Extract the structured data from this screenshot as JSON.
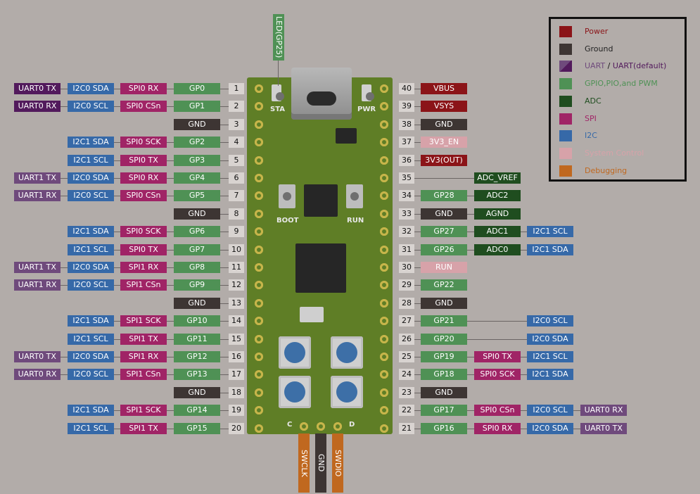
{
  "colors": {
    "power": "#8b1418",
    "ground": "#3d3533",
    "uart": "#6f4a7c",
    "uart_dark": "#521a5c",
    "gpio": "#4f9155",
    "adc": "#1f4d1f",
    "spi": "#a02466",
    "i2c": "#3669a8",
    "sysctrl": "#d7a2a9",
    "debug": "#c0681f",
    "board": "#5f7e26"
  },
  "legend": [
    {
      "label": "Power",
      "color": "#8b1418",
      "text_color": "#8b1418"
    },
    {
      "label": "Ground",
      "color": "#3d3533",
      "text_color": "#222222"
    },
    {
      "label": "UART",
      "label_b": "UART(default)",
      "color": "#6f4a7c",
      "color2": "#521a5c",
      "text_color": "#6f4a7c",
      "text_color_b": "#521a5c"
    },
    {
      "label": "GPIO,PIO,and PWM",
      "color": "#4f9155",
      "text_color": "#4f9155"
    },
    {
      "label": "ADC",
      "color": "#1f4d1f",
      "text_color": "#1f4d1f"
    },
    {
      "label": "SPI",
      "color": "#a02466",
      "text_color": "#a02466"
    },
    {
      "label": "I2C",
      "color": "#3669a8",
      "text_color": "#3669a8"
    },
    {
      "label": "System Control",
      "color": "#d7a2a9",
      "text_color": "#d7a2a9"
    },
    {
      "label": "Debugging",
      "color": "#c0681f",
      "text_color": "#c0681f"
    }
  ],
  "led_label": "LED(GP25)",
  "silkscreen": {
    "sta": "STA",
    "pwr": "PWR",
    "boot": "BOOT",
    "run": "RUN",
    "c": "C",
    "d": "D"
  },
  "left_pins": [
    {
      "num": "1",
      "labels": [
        [
          "UART0 TX",
          "uart_dark"
        ],
        [
          "I2C0 SDA",
          "i2c"
        ],
        [
          "SPI0 RX",
          "spi"
        ],
        [
          "GP0",
          "gpio"
        ]
      ]
    },
    {
      "num": "2",
      "labels": [
        [
          "UART0 RX",
          "uart_dark"
        ],
        [
          "I2C0 SCL",
          "i2c"
        ],
        [
          "SPI0 CSn",
          "spi"
        ],
        [
          "GP1",
          "gpio"
        ]
      ]
    },
    {
      "num": "3",
      "labels": [
        [
          "GND",
          "ground"
        ]
      ]
    },
    {
      "num": "4",
      "labels": [
        [
          "I2C1 SDA",
          "i2c"
        ],
        [
          "SPI0 SCK",
          "spi"
        ],
        [
          "GP2",
          "gpio"
        ]
      ]
    },
    {
      "num": "5",
      "labels": [
        [
          "I2C1 SCL",
          "i2c"
        ],
        [
          "SPI0 TX",
          "spi"
        ],
        [
          "GP3",
          "gpio"
        ]
      ]
    },
    {
      "num": "6",
      "labels": [
        [
          "UART1 TX",
          "uart"
        ],
        [
          "I2C0 SDA",
          "i2c"
        ],
        [
          "SPI0 RX",
          "spi"
        ],
        [
          "GP4",
          "gpio"
        ]
      ]
    },
    {
      "num": "7",
      "labels": [
        [
          "UART1 RX",
          "uart"
        ],
        [
          "I2C0 SCL",
          "i2c"
        ],
        [
          "SPI0 CSn",
          "spi"
        ],
        [
          "GP5",
          "gpio"
        ]
      ]
    },
    {
      "num": "8",
      "labels": [
        [
          "GND",
          "ground"
        ]
      ]
    },
    {
      "num": "9",
      "labels": [
        [
          "I2C1 SDA",
          "i2c"
        ],
        [
          "SPI0 SCK",
          "spi"
        ],
        [
          "GP6",
          "gpio"
        ]
      ]
    },
    {
      "num": "10",
      "labels": [
        [
          "I2C1 SCL",
          "i2c"
        ],
        [
          "SPI0 TX",
          "spi"
        ],
        [
          "GP7",
          "gpio"
        ]
      ]
    },
    {
      "num": "11",
      "labels": [
        [
          "UART1 TX",
          "uart"
        ],
        [
          "I2C0 SDA",
          "i2c"
        ],
        [
          "SPI1 RX",
          "spi"
        ],
        [
          "GP8",
          "gpio"
        ]
      ]
    },
    {
      "num": "12",
      "labels": [
        [
          "UART1 RX",
          "uart"
        ],
        [
          "I2C0 SCL",
          "i2c"
        ],
        [
          "SPI1 CSn",
          "spi"
        ],
        [
          "GP9",
          "gpio"
        ]
      ]
    },
    {
      "num": "13",
      "labels": [
        [
          "GND",
          "ground"
        ]
      ]
    },
    {
      "num": "14",
      "labels": [
        [
          "I2C1 SDA",
          "i2c"
        ],
        [
          "SPI1 SCK",
          "spi"
        ],
        [
          "GP10",
          "gpio"
        ]
      ]
    },
    {
      "num": "15",
      "labels": [
        [
          "I2C1 SCL",
          "i2c"
        ],
        [
          "SPI1 TX",
          "spi"
        ],
        [
          "GP11",
          "gpio"
        ]
      ]
    },
    {
      "num": "16",
      "labels": [
        [
          "UART0 TX",
          "uart"
        ],
        [
          "I2C0 SDA",
          "i2c"
        ],
        [
          "SPI1 RX",
          "spi"
        ],
        [
          "GP12",
          "gpio"
        ]
      ]
    },
    {
      "num": "17",
      "labels": [
        [
          "UART0 RX",
          "uart"
        ],
        [
          "I2C0 SCL",
          "i2c"
        ],
        [
          "SPI1 CSn",
          "spi"
        ],
        [
          "GP13",
          "gpio"
        ]
      ]
    },
    {
      "num": "18",
      "labels": [
        [
          "GND",
          "ground"
        ]
      ]
    },
    {
      "num": "19",
      "labels": [
        [
          "I2C1 SDA",
          "i2c"
        ],
        [
          "SPI1 SCK",
          "spi"
        ],
        [
          "GP14",
          "gpio"
        ]
      ]
    },
    {
      "num": "20",
      "labels": [
        [
          "I2C1 SCL",
          "i2c"
        ],
        [
          "SPI1 TX",
          "spi"
        ],
        [
          "GP15",
          "gpio"
        ]
      ]
    }
  ],
  "right_pins": [
    {
      "num": "40",
      "labels": [
        [
          "VBUS",
          "power"
        ]
      ]
    },
    {
      "num": "39",
      "labels": [
        [
          "VSYS",
          "power"
        ]
      ]
    },
    {
      "num": "38",
      "labels": [
        [
          "GND",
          "ground"
        ]
      ]
    },
    {
      "num": "37",
      "labels": [
        [
          "3V3_EN",
          "sysctrl"
        ]
      ]
    },
    {
      "num": "36",
      "labels": [
        [
          "3V3(OUT)",
          "power"
        ]
      ]
    },
    {
      "num": "35",
      "labels": [
        [
          "ADC_VREF",
          "adc"
        ]
      ],
      "wide": true
    },
    {
      "num": "34",
      "labels": [
        [
          "GP28",
          "gpio"
        ],
        [
          "ADC2",
          "adc"
        ]
      ]
    },
    {
      "num": "33",
      "labels": [
        [
          "GND",
          "ground"
        ],
        [
          "AGND",
          "adc"
        ]
      ]
    },
    {
      "num": "32",
      "labels": [
        [
          "GP27",
          "gpio"
        ],
        [
          "ADC1",
          "adc"
        ],
        [
          "I2C1 SCL",
          "i2c"
        ]
      ]
    },
    {
      "num": "31",
      "labels": [
        [
          "GP26",
          "gpio"
        ],
        [
          "ADC0",
          "adc"
        ],
        [
          "I2C1 SDA",
          "i2c"
        ]
      ]
    },
    {
      "num": "30",
      "labels": [
        [
          "RUN",
          "sysctrl"
        ]
      ]
    },
    {
      "num": "29",
      "labels": [
        [
          "GP22",
          "gpio"
        ]
      ]
    },
    {
      "num": "28",
      "labels": [
        [
          "GND",
          "ground"
        ]
      ]
    },
    {
      "num": "27",
      "labels": [
        [
          "GP21",
          "gpio"
        ],
        [
          "",
          "none"
        ],
        [
          "I2C0 SCL",
          "i2c"
        ]
      ]
    },
    {
      "num": "26",
      "labels": [
        [
          "GP20",
          "gpio"
        ],
        [
          "",
          "none"
        ],
        [
          "I2C0 SDA",
          "i2c"
        ]
      ]
    },
    {
      "num": "25",
      "labels": [
        [
          "GP19",
          "gpio"
        ],
        [
          "SPI0 TX",
          "spi"
        ],
        [
          "I2C1 SCL",
          "i2c"
        ]
      ]
    },
    {
      "num": "24",
      "labels": [
        [
          "GP18",
          "gpio"
        ],
        [
          "SPI0 SCK",
          "spi"
        ],
        [
          "I2C1 SDA",
          "i2c"
        ]
      ]
    },
    {
      "num": "23",
      "labels": [
        [
          "GND",
          "ground"
        ]
      ]
    },
    {
      "num": "22",
      "labels": [
        [
          "GP17",
          "gpio"
        ],
        [
          "SPI0 CSn",
          "spi"
        ],
        [
          "I2C0 SCL",
          "i2c"
        ],
        [
          "UART0 RX",
          "uart"
        ]
      ]
    },
    {
      "num": "21",
      "labels": [
        [
          "GP16",
          "gpio"
        ],
        [
          "SPI0 RX",
          "spi"
        ],
        [
          "I2C0 SDA",
          "i2c"
        ],
        [
          "UART0 TX",
          "uart"
        ]
      ]
    }
  ],
  "bottom_pins": [
    {
      "label": "SWCLK",
      "color": "debug"
    },
    {
      "label": "GND",
      "color": "ground"
    },
    {
      "label": "SWDIO",
      "color": "debug"
    }
  ]
}
